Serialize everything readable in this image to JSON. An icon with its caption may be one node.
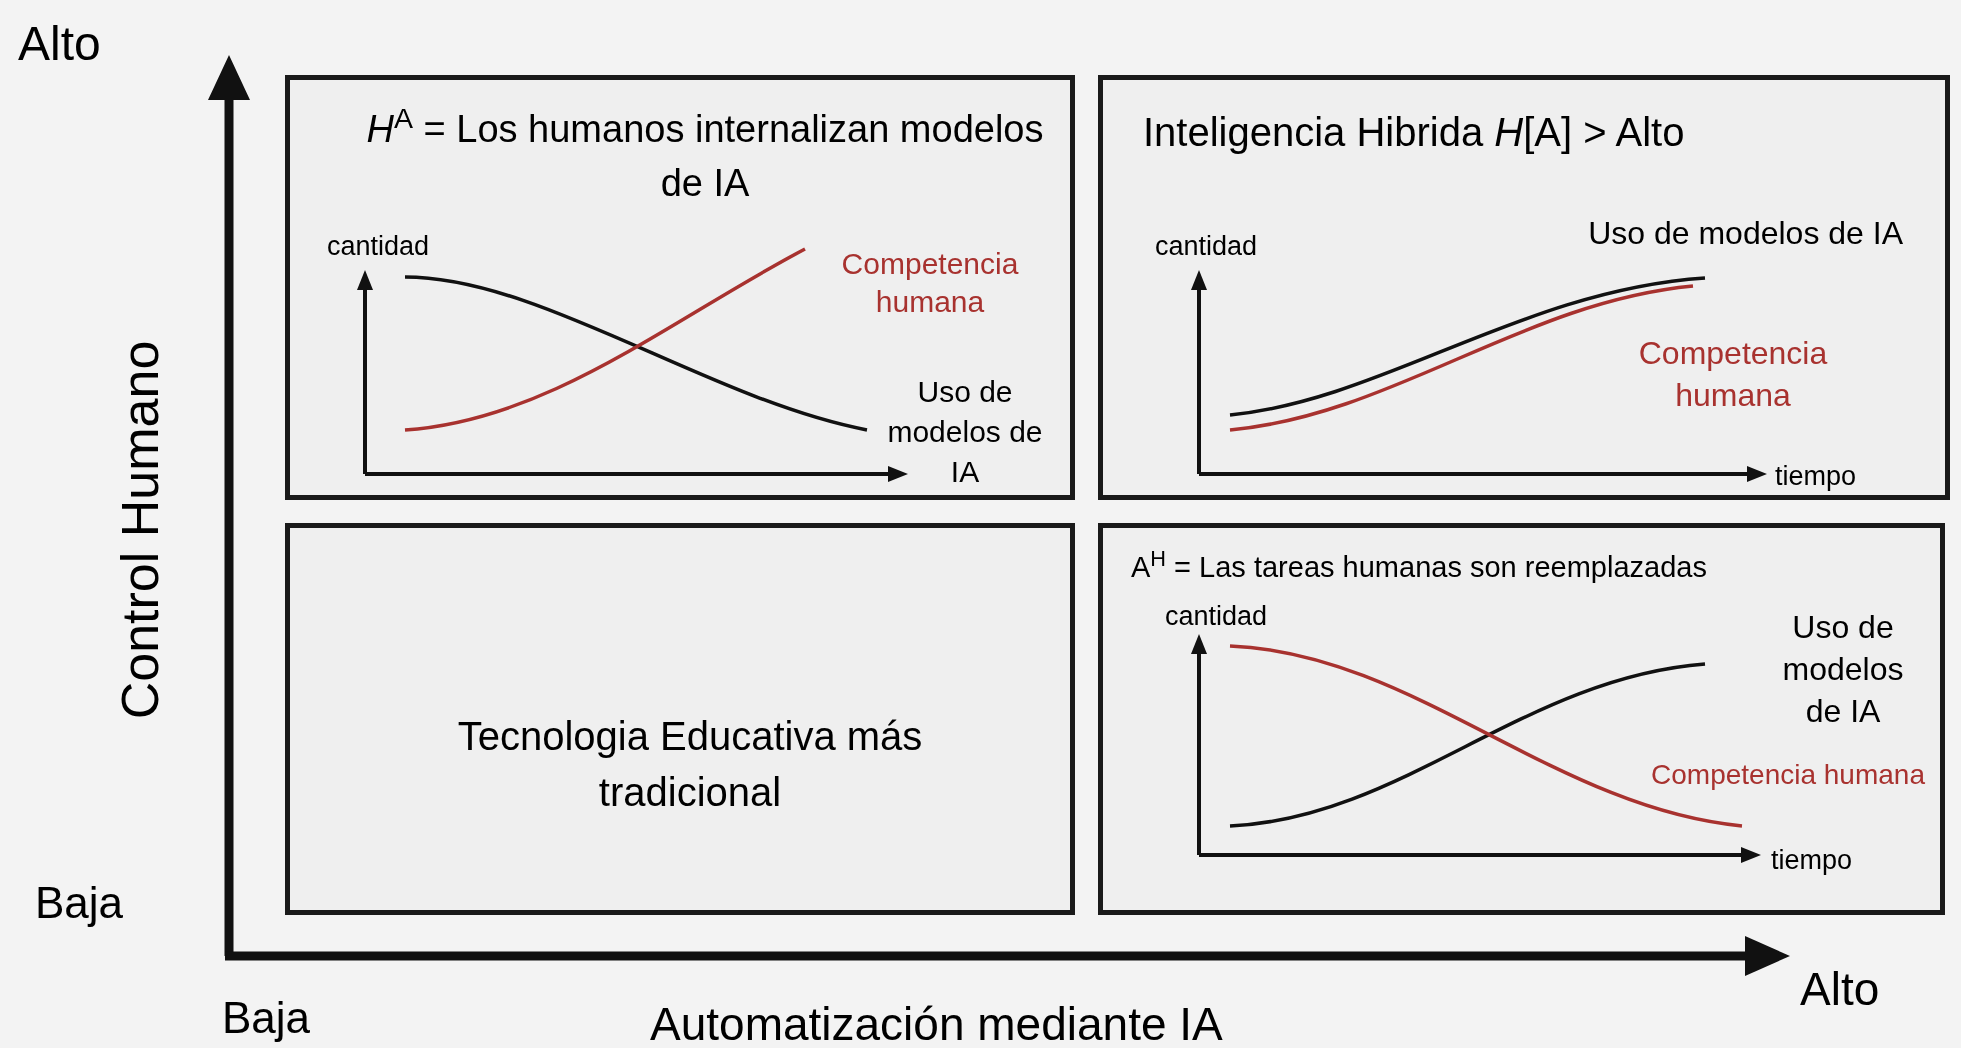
{
  "diagram": {
    "nodes": [
      {
        "text": [
          "*H*$^{A}$ = Los humanos internalizan modelos de IA",
          "cantidad",
          "Competencia humana",
          "Uso de modelos de IA"
        ]
      },
      {
        "text": [
          "Inteligencia Hibrida *H*[A] > Alto",
          "cantidad",
          "Uso de modelos de IA",
          "Competencia humana",
          "tiempo"
        ]
      },
      {
        "text": [
          "Tecnologia Educativa más tradicional"
        ]
      },
      {
        "text": [
          "A$^{H}$ = Las tareas humanas son reemplazadas",
          "cantidad",
          "Uso de modelos de IA",
          "Competencia humana",
          "tiempo"
        ]
      }
    ],
    "labels": [
      "Alto",
      "Control Humano",
      "Baja",
      "Baja",
      "Automatización mediante IA",
      "Alto"
    ]
  }
}
